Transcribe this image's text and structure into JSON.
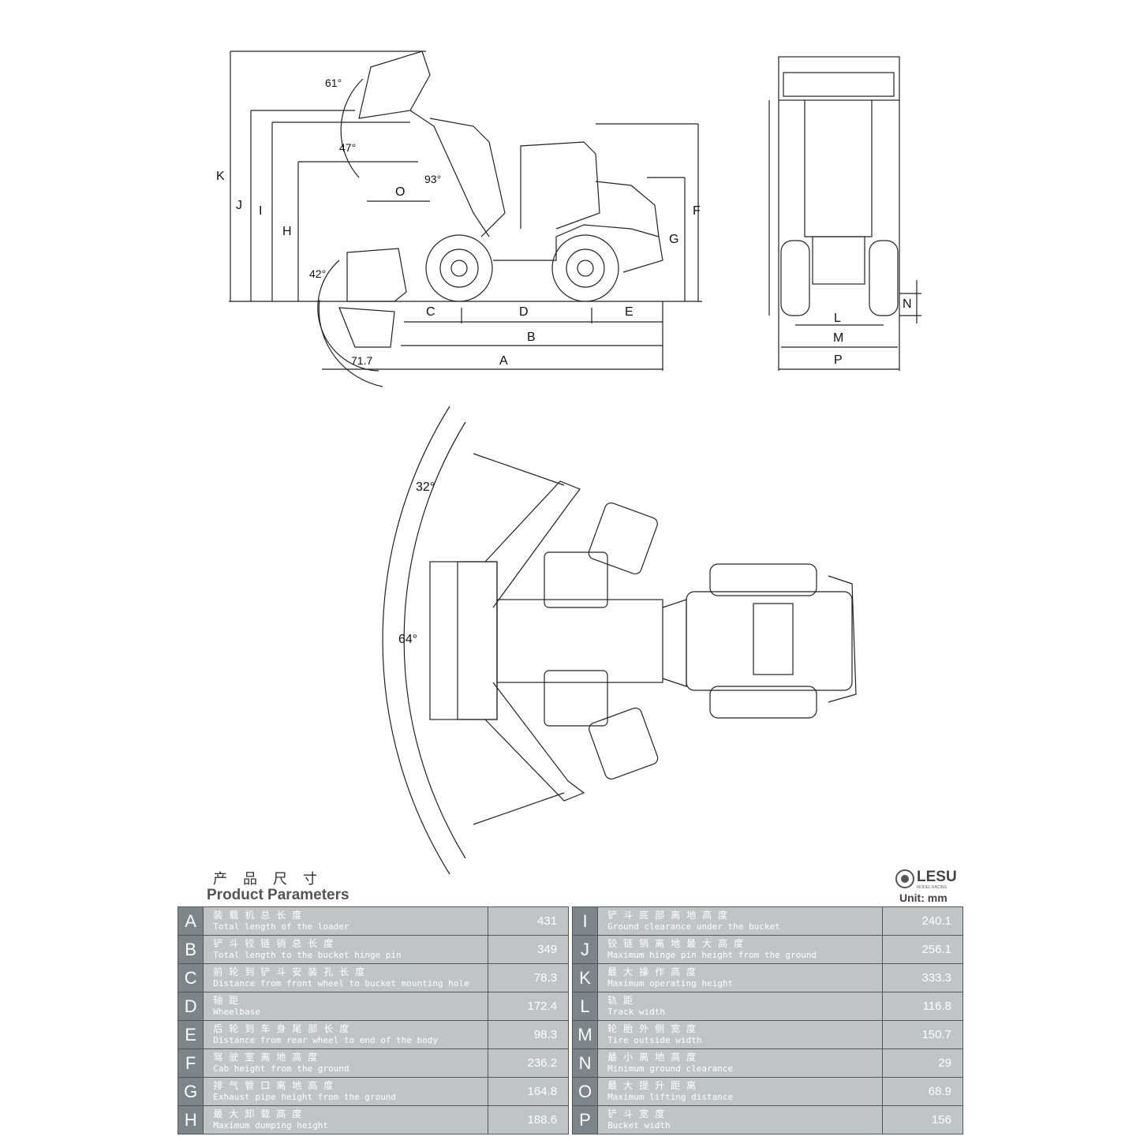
{
  "header": {
    "title_cn": "产品尺寸",
    "title_en": "Product Parameters",
    "brand": "LESU",
    "brand_sub": "MODEL RACING",
    "unit": "Unit: mm"
  },
  "drawing_labels": {
    "side_view": [
      "K",
      "J",
      "I",
      "H",
      "F",
      "G",
      "O",
      "C",
      "D",
      "E",
      "B",
      "A"
    ],
    "front_view": [
      "L",
      "M",
      "P",
      "N"
    ],
    "angles": [
      "61°",
      "47°",
      "93°",
      "42°",
      "71.7",
      "32°",
      "64°"
    ]
  },
  "parameters": [
    {
      "letter": "A",
      "cn": "装载机总长度",
      "en": "Total length of the loader",
      "value": "431"
    },
    {
      "letter": "B",
      "cn": "铲斗铰链销总长度",
      "en": "Total length to the bucket hinge pin",
      "value": "349"
    },
    {
      "letter": "C",
      "cn": "前轮到铲斗安装孔长度",
      "en": "Distance from front wheel to bucket mounting hole",
      "value": "78.3"
    },
    {
      "letter": "D",
      "cn": "轴距",
      "en": "Wheelbase",
      "value": "172.4"
    },
    {
      "letter": "E",
      "cn": "后轮到车身尾部长度",
      "en": "Distance from rear wheel to end of the body",
      "value": "98.3"
    },
    {
      "letter": "F",
      "cn": "驾驶室离地高度",
      "en": "Cab height from the ground",
      "value": "236.2"
    },
    {
      "letter": "G",
      "cn": "排气管口离地高度",
      "en": "Exhaust pipe height from the ground",
      "value": "164.8"
    },
    {
      "letter": "H",
      "cn": "最大卸载高度",
      "en": "Maximum dumping height",
      "value": "188.6"
    },
    {
      "letter": "I",
      "cn": "铲斗底部离地高度",
      "en": "Ground clearance under the bucket",
      "value": "240.1"
    },
    {
      "letter": "J",
      "cn": "铰链销离地最大高度",
      "en": "Maximum hinge pin height from the ground",
      "value": "256.1"
    },
    {
      "letter": "K",
      "cn": "最大操作高度",
      "en": "Maximum operating height",
      "value": "333.3"
    },
    {
      "letter": "L",
      "cn": "轨距",
      "en": "Track width",
      "value": "116.8"
    },
    {
      "letter": "M",
      "cn": "轮胎外侧宽度",
      "en": "Tire outside width",
      "value": "150.7"
    },
    {
      "letter": "N",
      "cn": "最小离地高度",
      "en": "Minimum ground clearance",
      "value": "29"
    },
    {
      "letter": "O",
      "cn": "最大提升距离",
      "en": "Maximum lifting distance",
      "value": "68.9"
    },
    {
      "letter": "P",
      "cn": "铲斗宽度",
      "en": "Bucket width",
      "value": "156"
    }
  ]
}
